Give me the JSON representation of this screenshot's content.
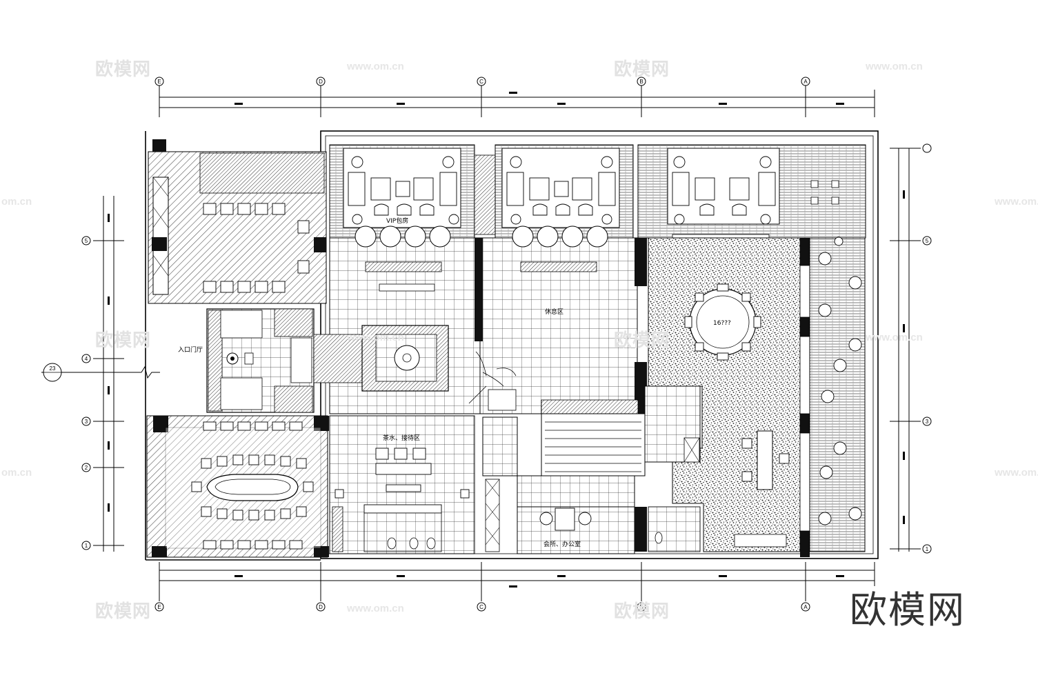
{
  "watermarks": {
    "brand_small": "欧模网",
    "url": "www.om.cn",
    "url_partial": "om.cn",
    "brand_large": "欧模网"
  },
  "axes": {
    "top": [
      "E",
      "D",
      "C",
      "B",
      "A"
    ],
    "bottom": [
      "E",
      "D",
      "C",
      "B",
      "A"
    ],
    "left": [
      "5",
      "4",
      "3",
      "2",
      "1"
    ],
    "right": [
      "5",
      "3",
      "1"
    ]
  },
  "rooms": {
    "entrance": "入口门厅",
    "vip_room": "VIP包房",
    "lobby": "休息区",
    "lounge": "茶水、接待区",
    "office": "会所、办公室",
    "round_table": "16???",
    "section_ref": "23"
  }
}
